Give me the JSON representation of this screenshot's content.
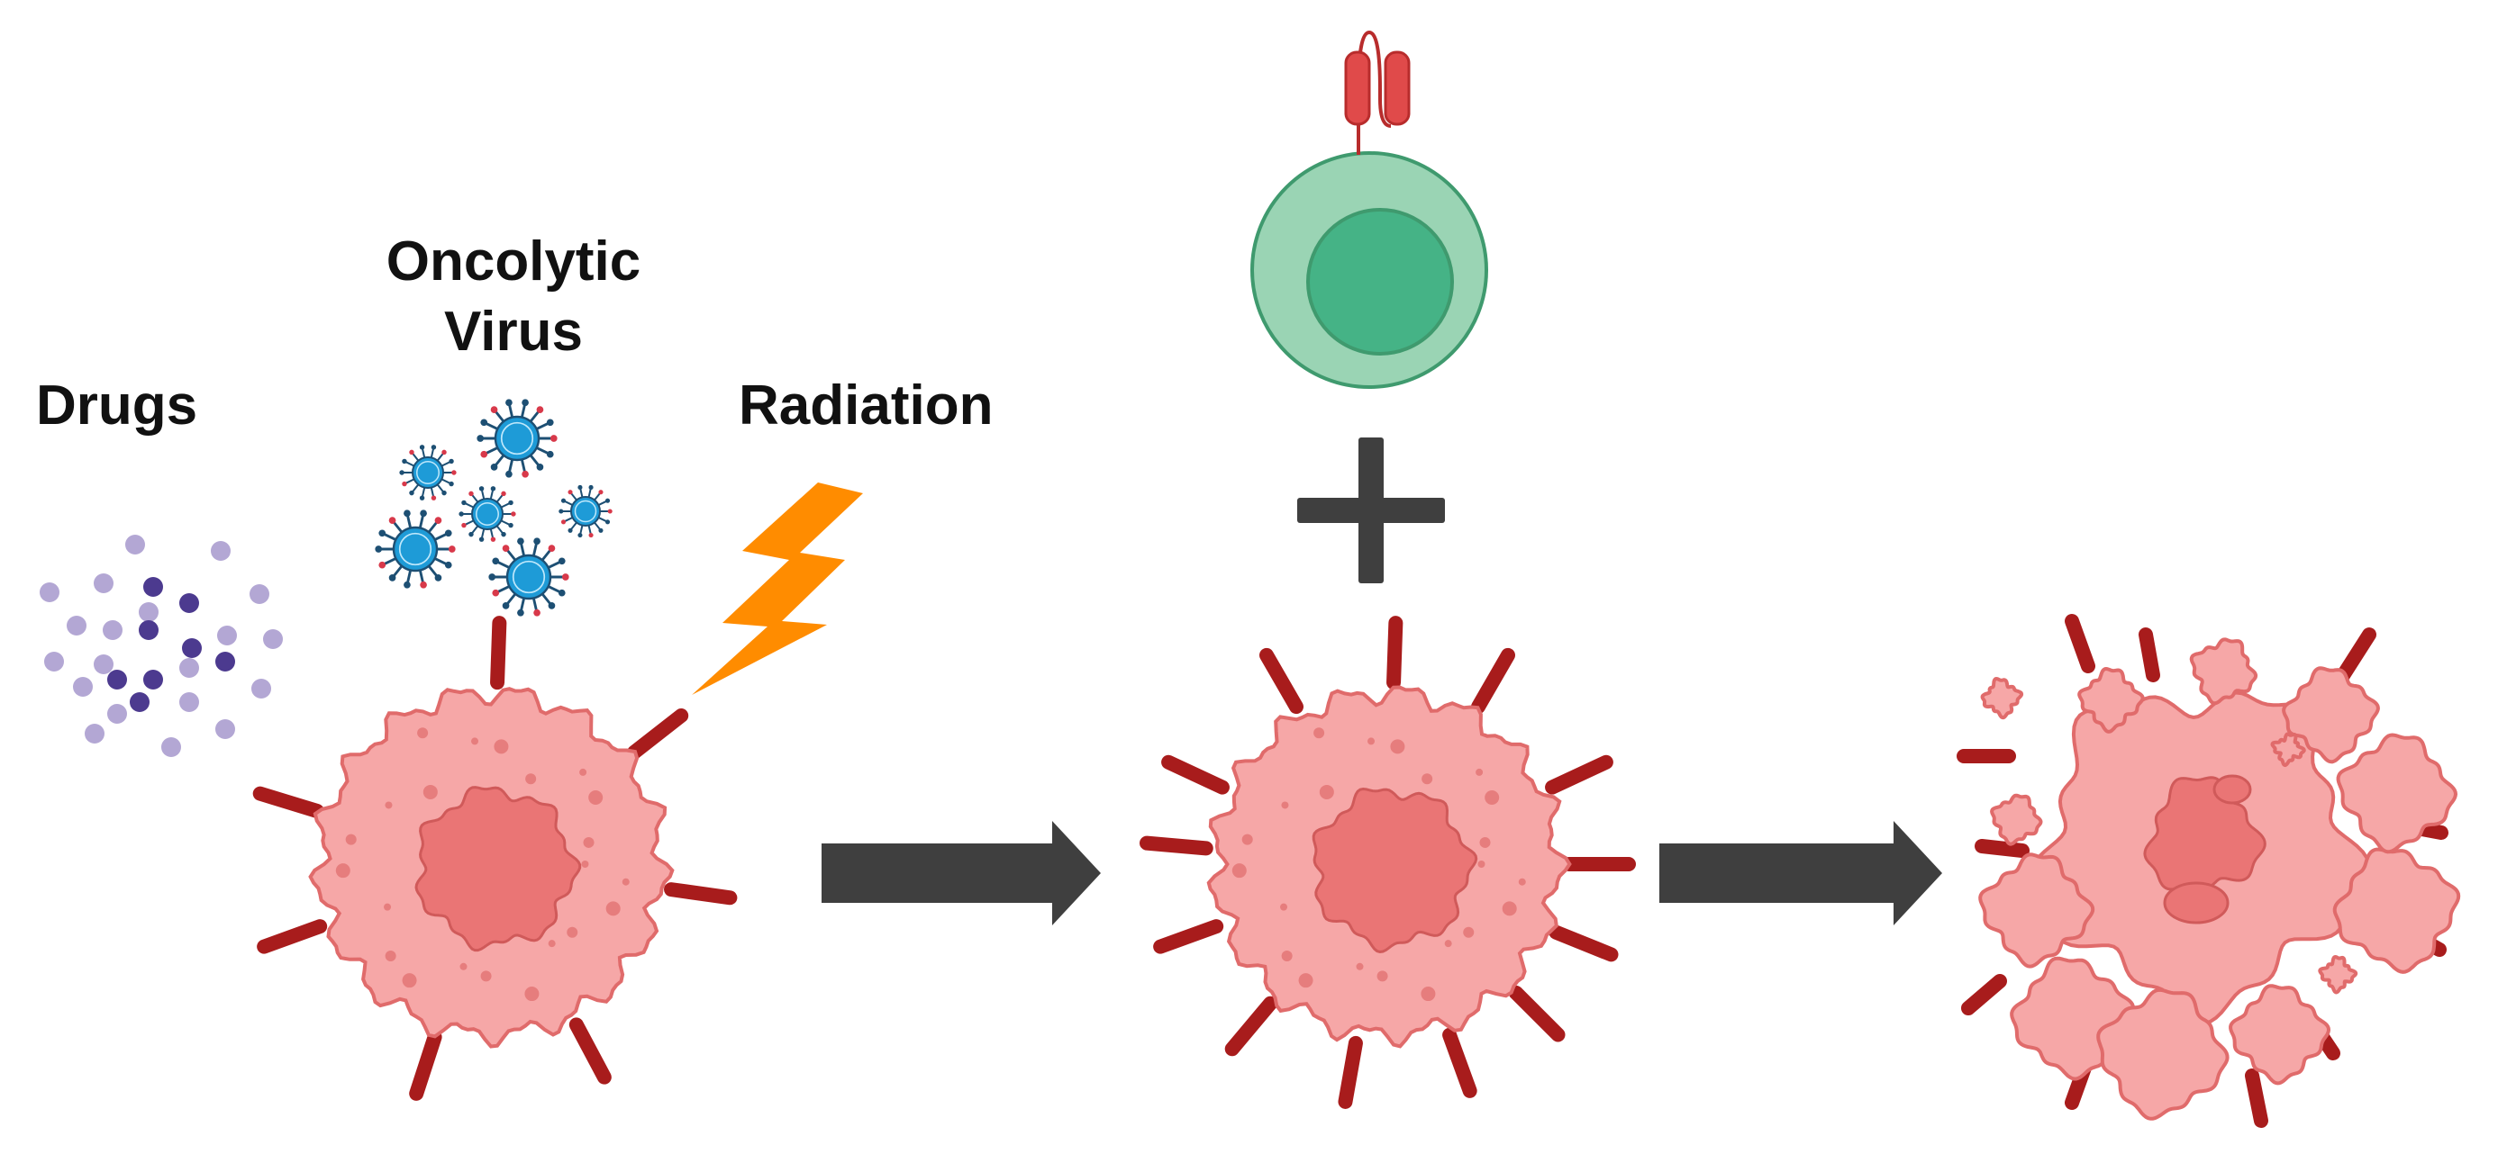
{
  "labels": {
    "drugs": "Drugs",
    "oncolytic_line1": "Oncolytic",
    "oncolytic_line2": "Virus",
    "radiation": "Radiation"
  },
  "colors": {
    "cell_fill": "#f6a7a7",
    "cell_stroke": "#e06b6b",
    "nucleus_fill": "#ea7575",
    "nucleus_stroke": "#d05a5a",
    "antigen": "#a81c1c",
    "arrow": "#3f3f3f",
    "tcell_outer": "#9ad4b4",
    "tcell_inner": "#45b386",
    "tcell_stroke": "#3f9a6e",
    "receptor": "#e04a4a",
    "virus_core": "#1e9bd7",
    "virus_spike": "#1d4f73",
    "virus_tip": "#d8394a",
    "lightning": "#ff8c00",
    "drug_light": "#b3a7d4",
    "drug_dark": "#4c3a8f"
  }
}
